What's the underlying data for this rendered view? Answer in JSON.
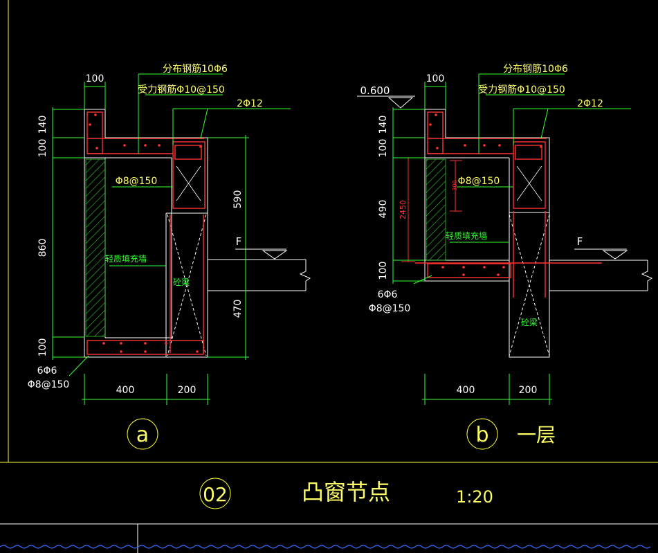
{
  "detail_a": {
    "callout_distribution": "分布钢筋10Φ6",
    "callout_main": "受力钢筋Φ10@150",
    "callout_top_bars": "2Φ12",
    "callout_stirrup": "Φ8@150",
    "label_wall": "轻质填充墙",
    "label_beam": "砼梁",
    "label_bottom_bars": "6Φ6",
    "label_bottom_stirrup": "Φ8@150",
    "level_mark": "F",
    "dims": {
      "top_width": "100",
      "left_140": "140",
      "left_100_top": "100",
      "left_860": "860",
      "left_100_bottom": "100",
      "right_590": "590",
      "right_470": "470",
      "bottom_400": "400",
      "bottom_200": "200"
    },
    "circle_label": "a"
  },
  "detail_b": {
    "elevation": "0.600",
    "callout_distribution": "分布钢筋10Φ6",
    "callout_main": "受力钢筋Φ10@150",
    "callout_top_bars": "2Φ12",
    "callout_stirrup": "Φ8@150",
    "label_wall": "轻质填充墙",
    "label_beam": "砼梁",
    "label_bottom_bars": "6Φ6",
    "label_bottom_stirrup": "Φ8@150",
    "level_mark": "F",
    "dims": {
      "top_width": "100",
      "left_140": "140",
      "left_100_top": "100",
      "left_490": "490",
      "left_100_bottom": "100",
      "red_2450": "2450",
      "red_300": "300",
      "bottom_400": "400",
      "bottom_200": "200"
    },
    "circle_label": "b",
    "floor_label": "一层"
  },
  "title_bar": {
    "number": "02",
    "title": "凸窗节点",
    "scale": "1:20"
  },
  "colors": {
    "background": "#000000",
    "concrete_outline": "#ffffff",
    "rebar": "#ff3333",
    "callout_line": "#33ff33",
    "text_yellow": "#ffff66",
    "hatch": "#33cc33",
    "frame_yellow": "#ffff33",
    "water_blue": "#3366ff"
  }
}
